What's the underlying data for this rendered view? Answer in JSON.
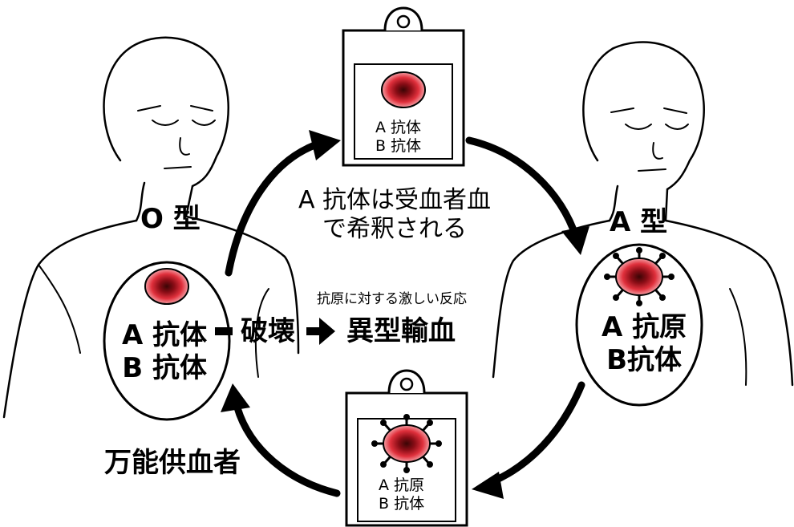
{
  "left_person": {
    "blood_type": "O 型",
    "antibodies": [
      "A 抗体",
      "B 抗体"
    ],
    "role": "万能供血者"
  },
  "right_person": {
    "blood_type": "A 型",
    "antigen": "A 抗原",
    "antibody": "B抗体"
  },
  "top_bag": {
    "contents": [
      "A 抗体",
      "B 抗体"
    ]
  },
  "bottom_bag": {
    "contents": [
      "A 抗原",
      "B 抗体"
    ]
  },
  "center": {
    "dilution_note": [
      "A 抗体は受血者血",
      "で希釈される"
    ],
    "reaction_note": "抗原に対する激しい反応",
    "destruction": "破壊",
    "result": "異型輸血"
  },
  "colors": {
    "blood_cell": "#d81b2a",
    "blood_cell_center": "#5a0a0a",
    "line": "#000000"
  }
}
